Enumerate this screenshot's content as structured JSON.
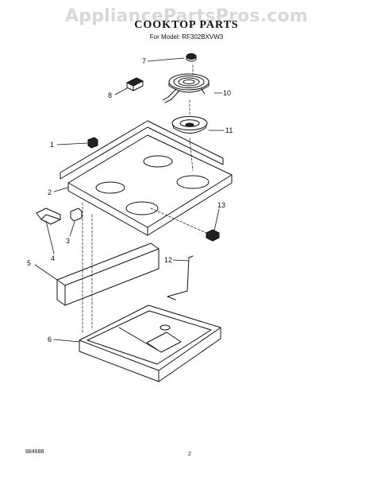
{
  "watermark": "AppliancePartsPros.com",
  "title": "COOKTOP PARTS",
  "model_line": "For Model: RF302BXVW3",
  "doc_number": "884688",
  "page_number": "2",
  "callouts": [
    "1",
    "2",
    "3",
    "4",
    "5",
    "6",
    "7",
    "8",
    "10",
    "11",
    "12",
    "13"
  ]
}
